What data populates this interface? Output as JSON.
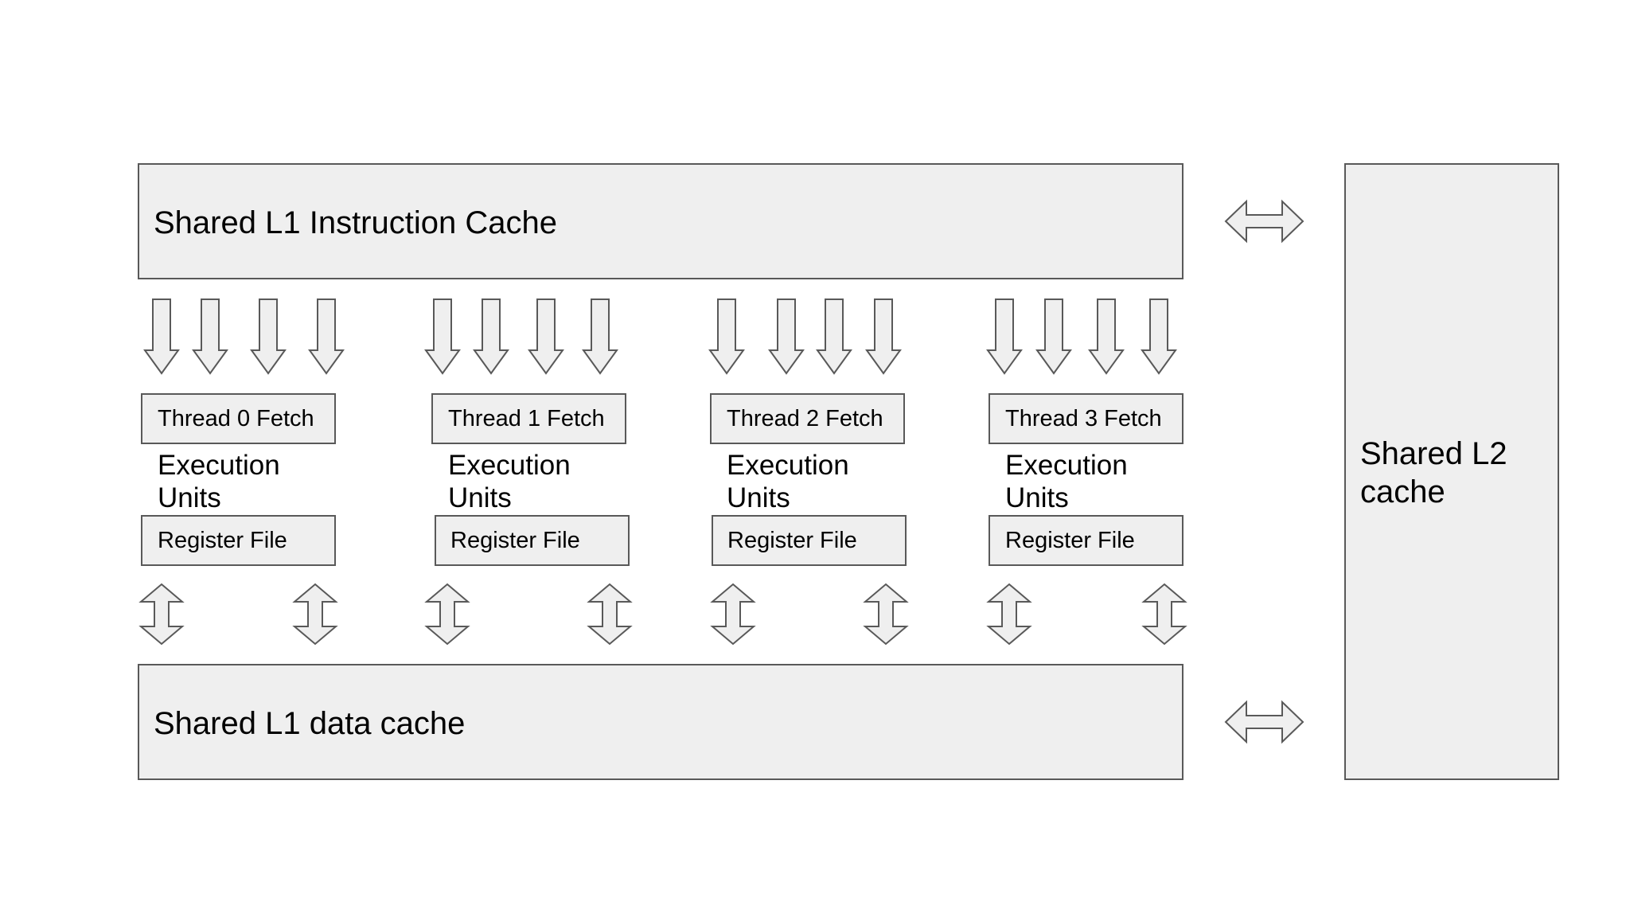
{
  "colors": {
    "box_fill": "#efefef",
    "box_stroke": "#595959",
    "arrow_fill": "#efefef",
    "arrow_stroke": "#595959"
  },
  "l1_instruction_cache": {
    "label": "Shared L1 Instruction Cache"
  },
  "l1_data_cache": {
    "label": "Shared L1 data cache"
  },
  "l2_cache": {
    "label": "Shared L2\ncache"
  },
  "threads": [
    {
      "fetch_label": "Thread 0 Fetch",
      "exec_label": "Execution\nUnits",
      "regfile_label": "Register File"
    },
    {
      "fetch_label": "Thread 1 Fetch",
      "exec_label": "Execution\nUnits",
      "regfile_label": "Register File"
    },
    {
      "fetch_label": "Thread 2 Fetch",
      "exec_label": "Execution\nUnits",
      "regfile_label": "Register File"
    },
    {
      "fetch_label": "Thread 3 Fetch",
      "exec_label": "Execution\nUnits",
      "regfile_label": "Register File"
    }
  ]
}
